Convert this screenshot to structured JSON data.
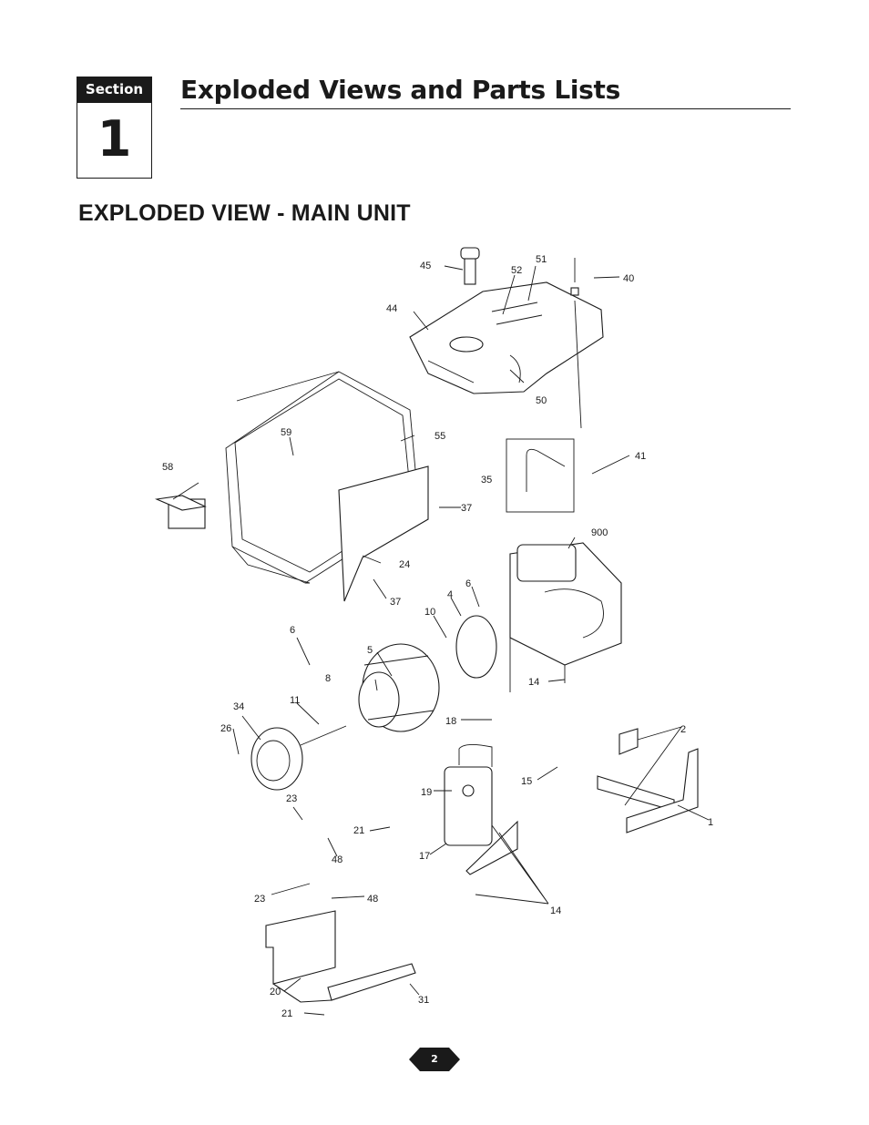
{
  "section": {
    "label": "Section",
    "number": "1"
  },
  "page_title": "Exploded Views and Parts Lists",
  "sub_title": "EXPLODED VIEW - MAIN UNIT",
  "callouts": [
    "45",
    "52",
    "51",
    "40",
    "44",
    "50",
    "59",
    "55",
    "41",
    "58",
    "35",
    "37",
    "24",
    "900",
    "6",
    "4",
    "10",
    "37",
    "6",
    "5",
    "8",
    "14",
    "11",
    "34",
    "2",
    "26",
    "18",
    "15",
    "19",
    "23",
    "21",
    "17",
    "48",
    "14",
    "1",
    "23",
    "48",
    "20",
    "31",
    "21"
  ],
  "page_number": "2"
}
